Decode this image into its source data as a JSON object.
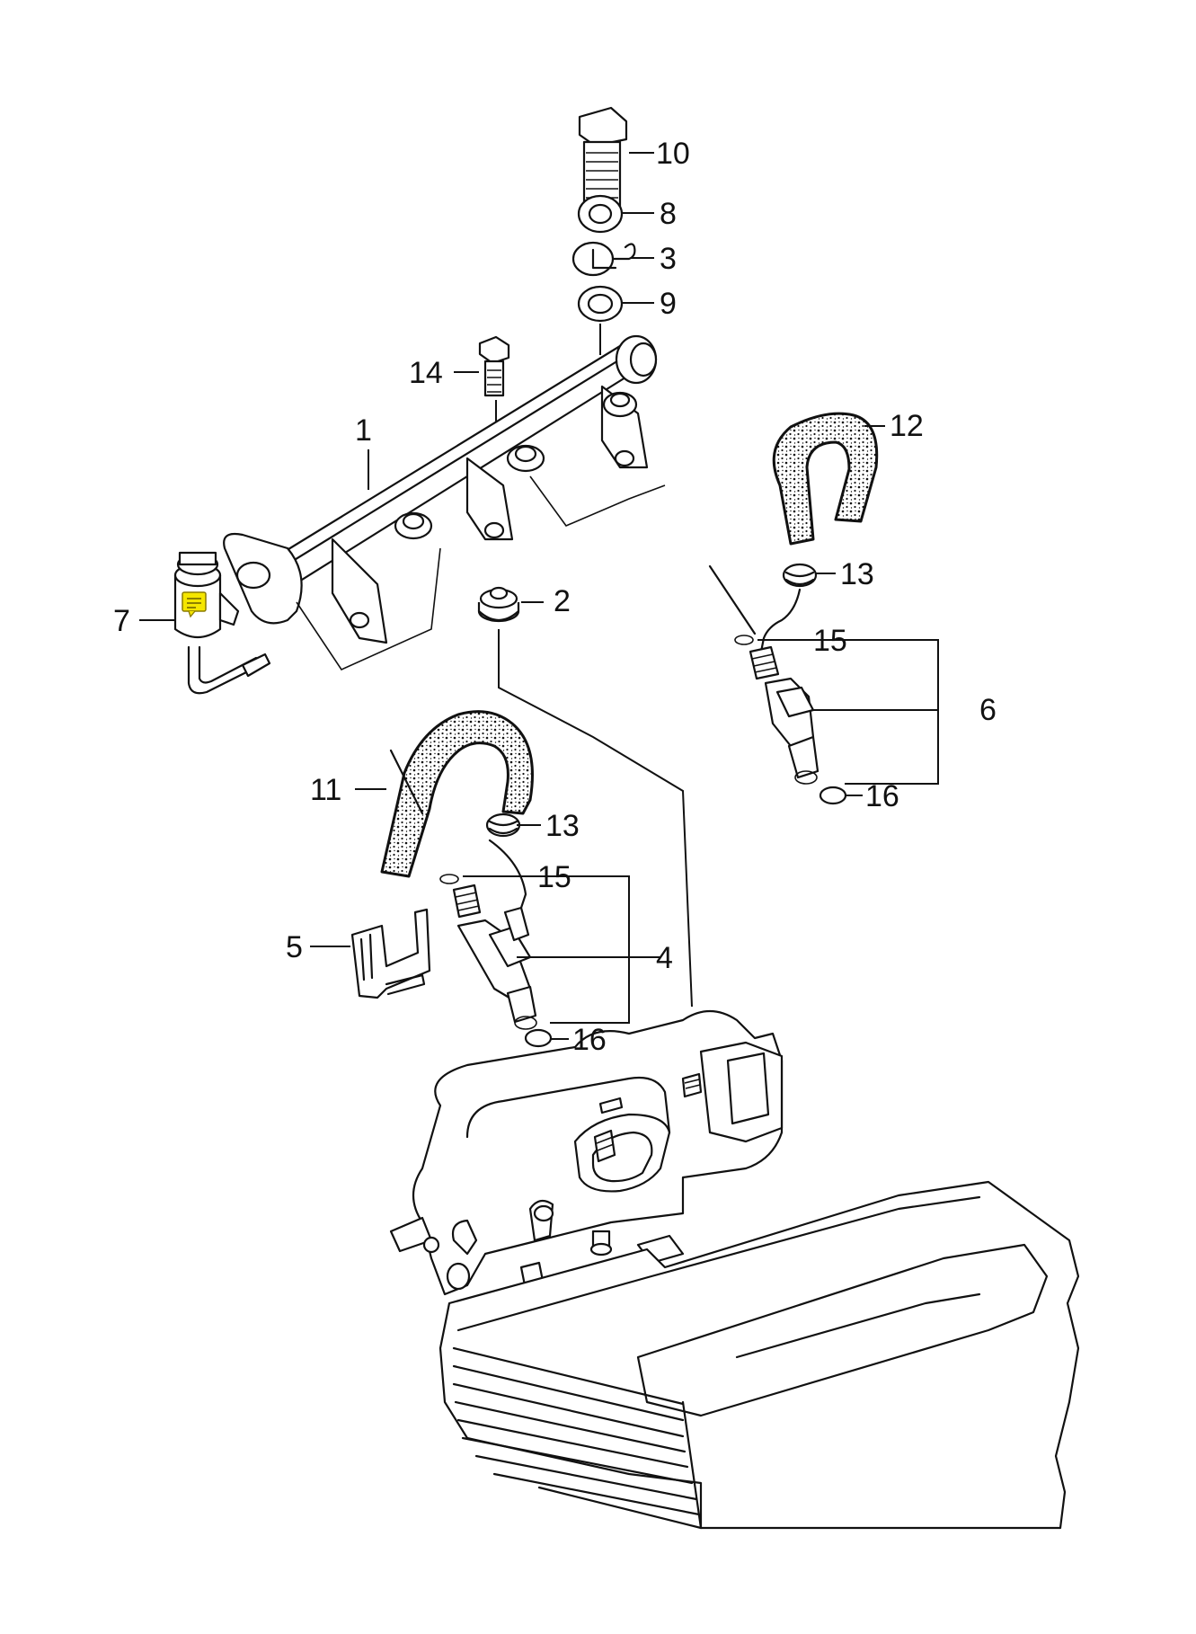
{
  "diagram": {
    "callouts": [
      {
        "id": "c1",
        "label": "1"
      },
      {
        "id": "c2",
        "label": "2"
      },
      {
        "id": "c3",
        "label": "3"
      },
      {
        "id": "c4",
        "label": "4"
      },
      {
        "id": "c5",
        "label": "5"
      },
      {
        "id": "c6",
        "label": "6"
      },
      {
        "id": "c7",
        "label": "7"
      },
      {
        "id": "c8",
        "label": "8"
      },
      {
        "id": "c9",
        "label": "9"
      },
      {
        "id": "c10",
        "label": "10"
      },
      {
        "id": "c11",
        "label": "11"
      },
      {
        "id": "c12",
        "label": "12"
      },
      {
        "id": "c13a",
        "label": "13"
      },
      {
        "id": "c13b",
        "label": "13"
      },
      {
        "id": "c14",
        "label": "14"
      },
      {
        "id": "c15a",
        "label": "15"
      },
      {
        "id": "c15b",
        "label": "15"
      },
      {
        "id": "c16a",
        "label": "16"
      },
      {
        "id": "c16b",
        "label": "16"
      }
    ],
    "colors": {
      "line": "#111111",
      "background": "#ffffff",
      "note_icon": "#f5e600"
    },
    "note_icon": "sticky-note-icon"
  }
}
